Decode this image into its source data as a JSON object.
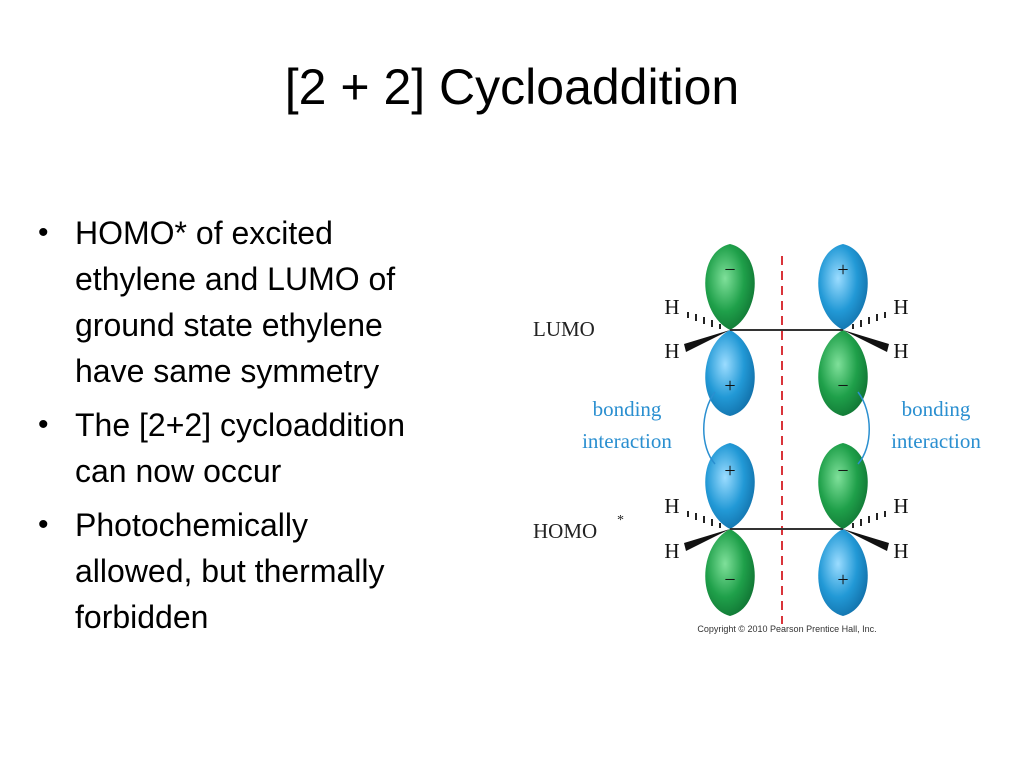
{
  "slide": {
    "title": "[2 + 2] Cycloaddition"
  },
  "bullets": [
    "HOMO* of excited ethylene and LUMO of ground state ethylene have same symmetry",
    "The [2+2] cycloaddition can now occur",
    "Photochemically allowed, but thermally forbidden"
  ],
  "bullet_lines": [
    [
      "HOMO* of excited",
      "ethylene and LUMO of",
      "ground state ethylene",
      "have same symmetry"
    ],
    [
      "The [2+2] cycloaddition",
      "can now occur"
    ],
    [
      "Photochemically",
      "allowed, but thermally",
      "forbidden"
    ]
  ],
  "diagram": {
    "lumo_label": "LUMO",
    "homo_label": "HOMO",
    "homo_superscript": "*",
    "bonding_word": "bonding",
    "interaction_word": "interaction",
    "hydrogen": "H",
    "plus": "+",
    "minus": "−",
    "copyright": "Copyright © 2010 Pearson Prentice Hall, Inc.",
    "colors": {
      "green_lobe": "#1fa04a",
      "blue_lobe": "#2299d6",
      "label_blue": "#2a8fd0",
      "dashed_line": "#d9343a",
      "bond": "#333333"
    }
  }
}
